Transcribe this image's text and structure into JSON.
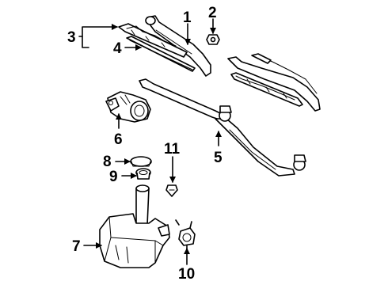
{
  "diagram": {
    "callouts": [
      {
        "id": "c1",
        "label": "1",
        "part": "wiper-arm-left"
      },
      {
        "id": "c2",
        "label": "2",
        "part": "arm-nut"
      },
      {
        "id": "c3",
        "label": "3",
        "part": "wiper-blade-assembly"
      },
      {
        "id": "c4",
        "label": "4",
        "part": "blade-refill"
      },
      {
        "id": "c5",
        "label": "5",
        "part": "wiper-linkage"
      },
      {
        "id": "c6",
        "label": "6",
        "part": "wiper-motor"
      },
      {
        "id": "c7",
        "label": "7",
        "part": "washer-reservoir"
      },
      {
        "id": "c8",
        "label": "8",
        "part": "reservoir-cap"
      },
      {
        "id": "c9",
        "label": "9",
        "part": "filler-grommet"
      },
      {
        "id": "c10",
        "label": "10",
        "part": "washer-pump"
      },
      {
        "id": "c11",
        "label": "11",
        "part": "nozzle"
      }
    ],
    "colors": {
      "ink": "#000000",
      "paper": "#ffffff"
    }
  }
}
